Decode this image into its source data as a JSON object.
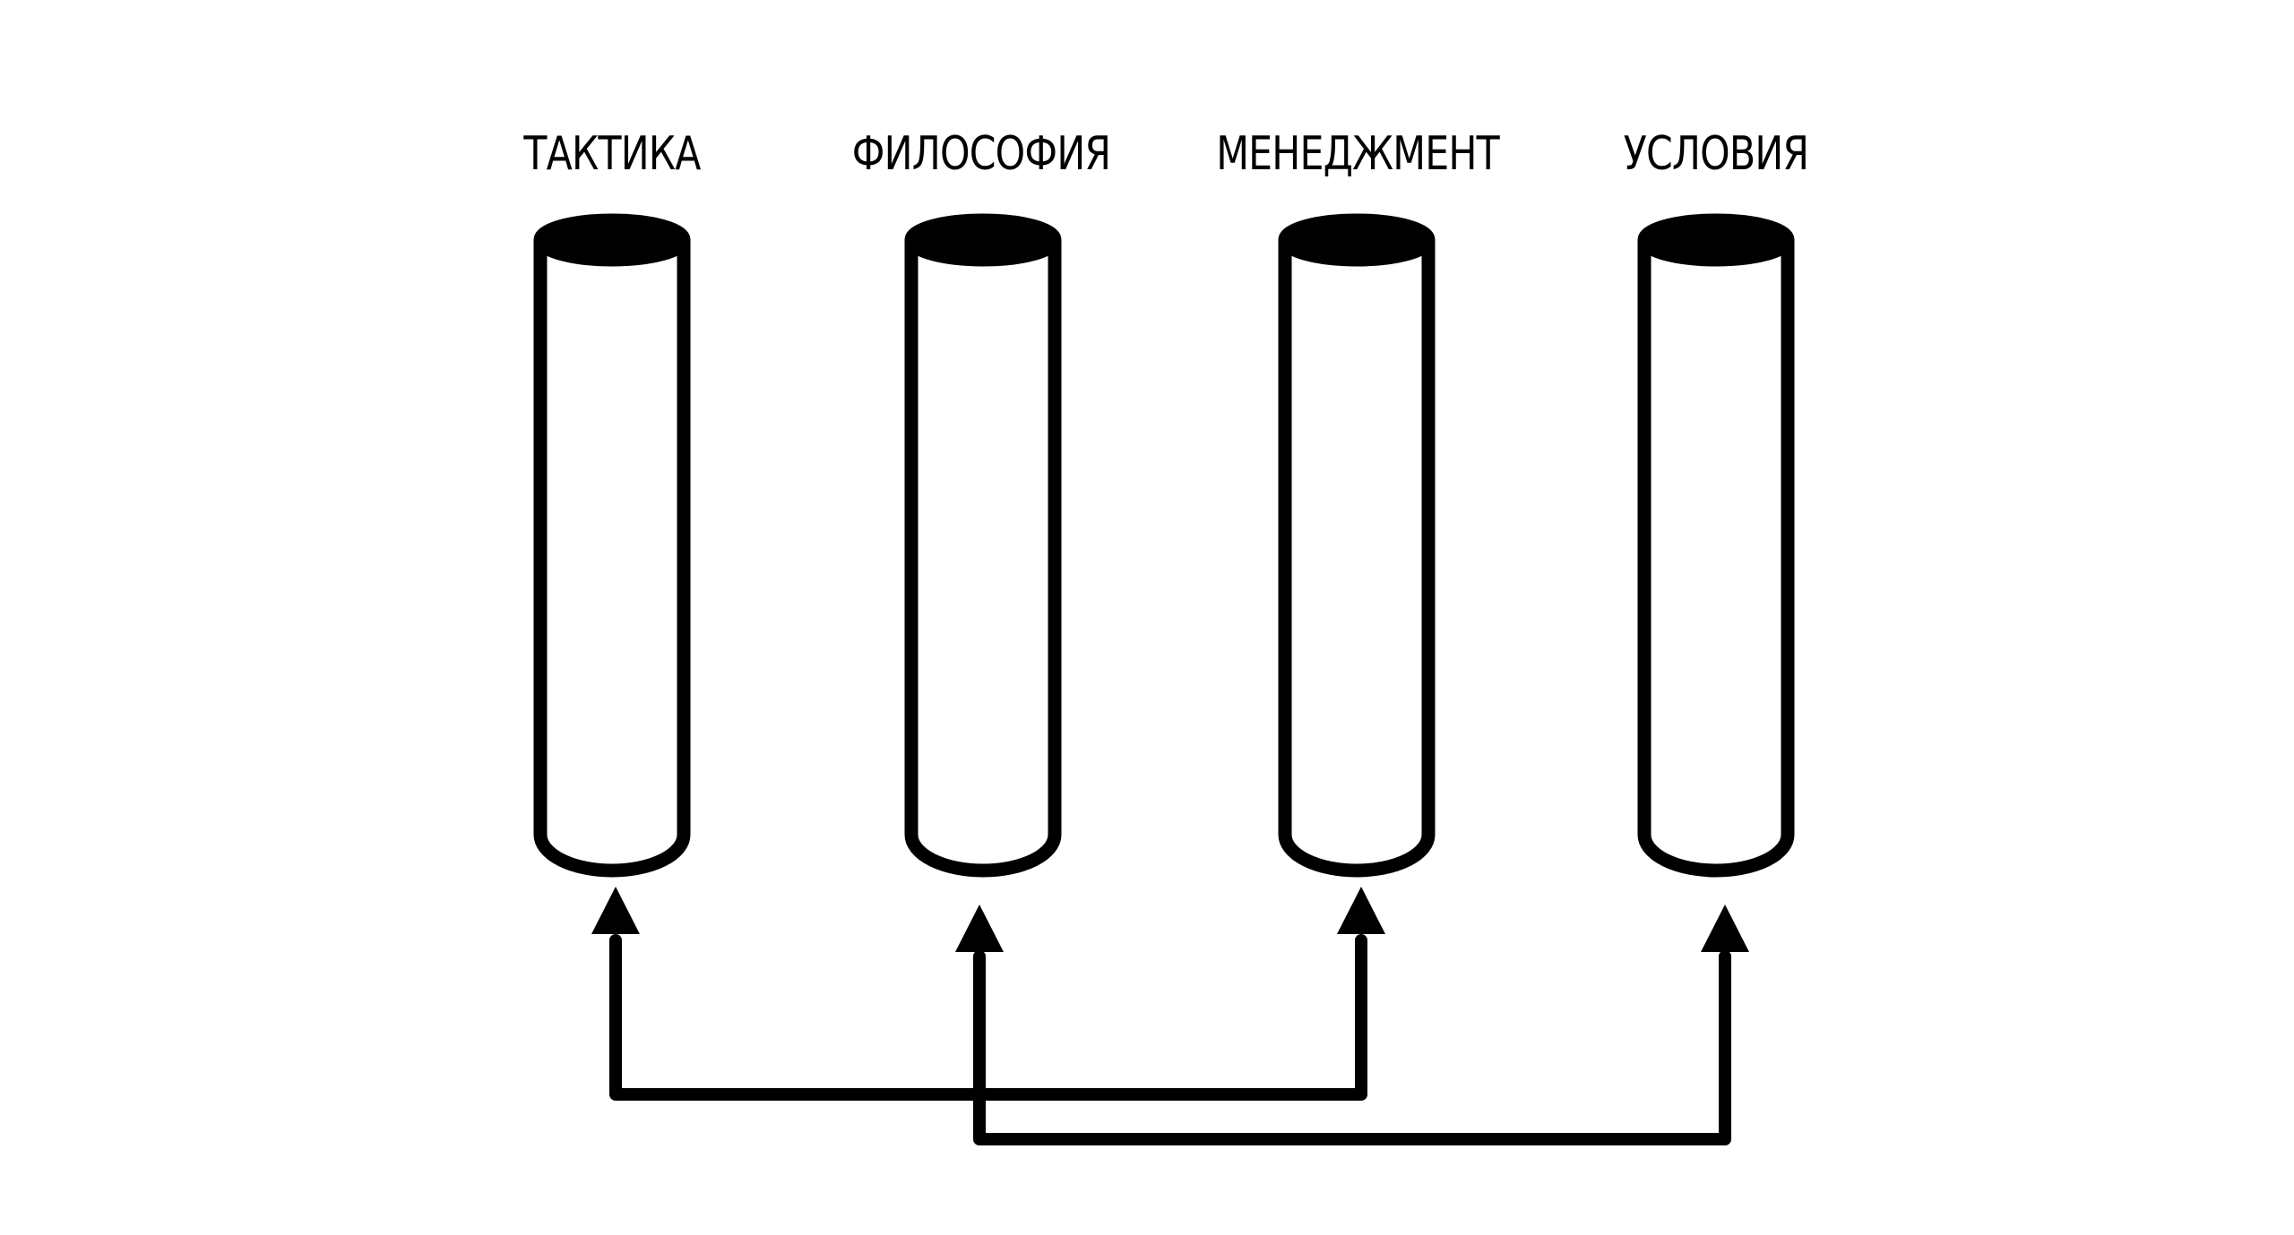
{
  "diagram": {
    "colors": {
      "background": "#ffffff",
      "stroke": "#000000"
    },
    "pillars": [
      {
        "label": "ТАКТИКА"
      },
      {
        "label": "ФИЛОСОФИЯ"
      },
      {
        "label": "МЕНЕДЖМЕНТ"
      },
      {
        "label": "УСЛОВИЯ"
      }
    ],
    "connectors": [
      {
        "from": "ТАКТИКА",
        "to": "МЕНЕДЖМЕНТ",
        "type": "bidirectional-arrow"
      },
      {
        "from": "ФИЛОСОФИЯ",
        "to": "УСЛОВИЯ",
        "type": "bidirectional-arrow"
      }
    ]
  }
}
